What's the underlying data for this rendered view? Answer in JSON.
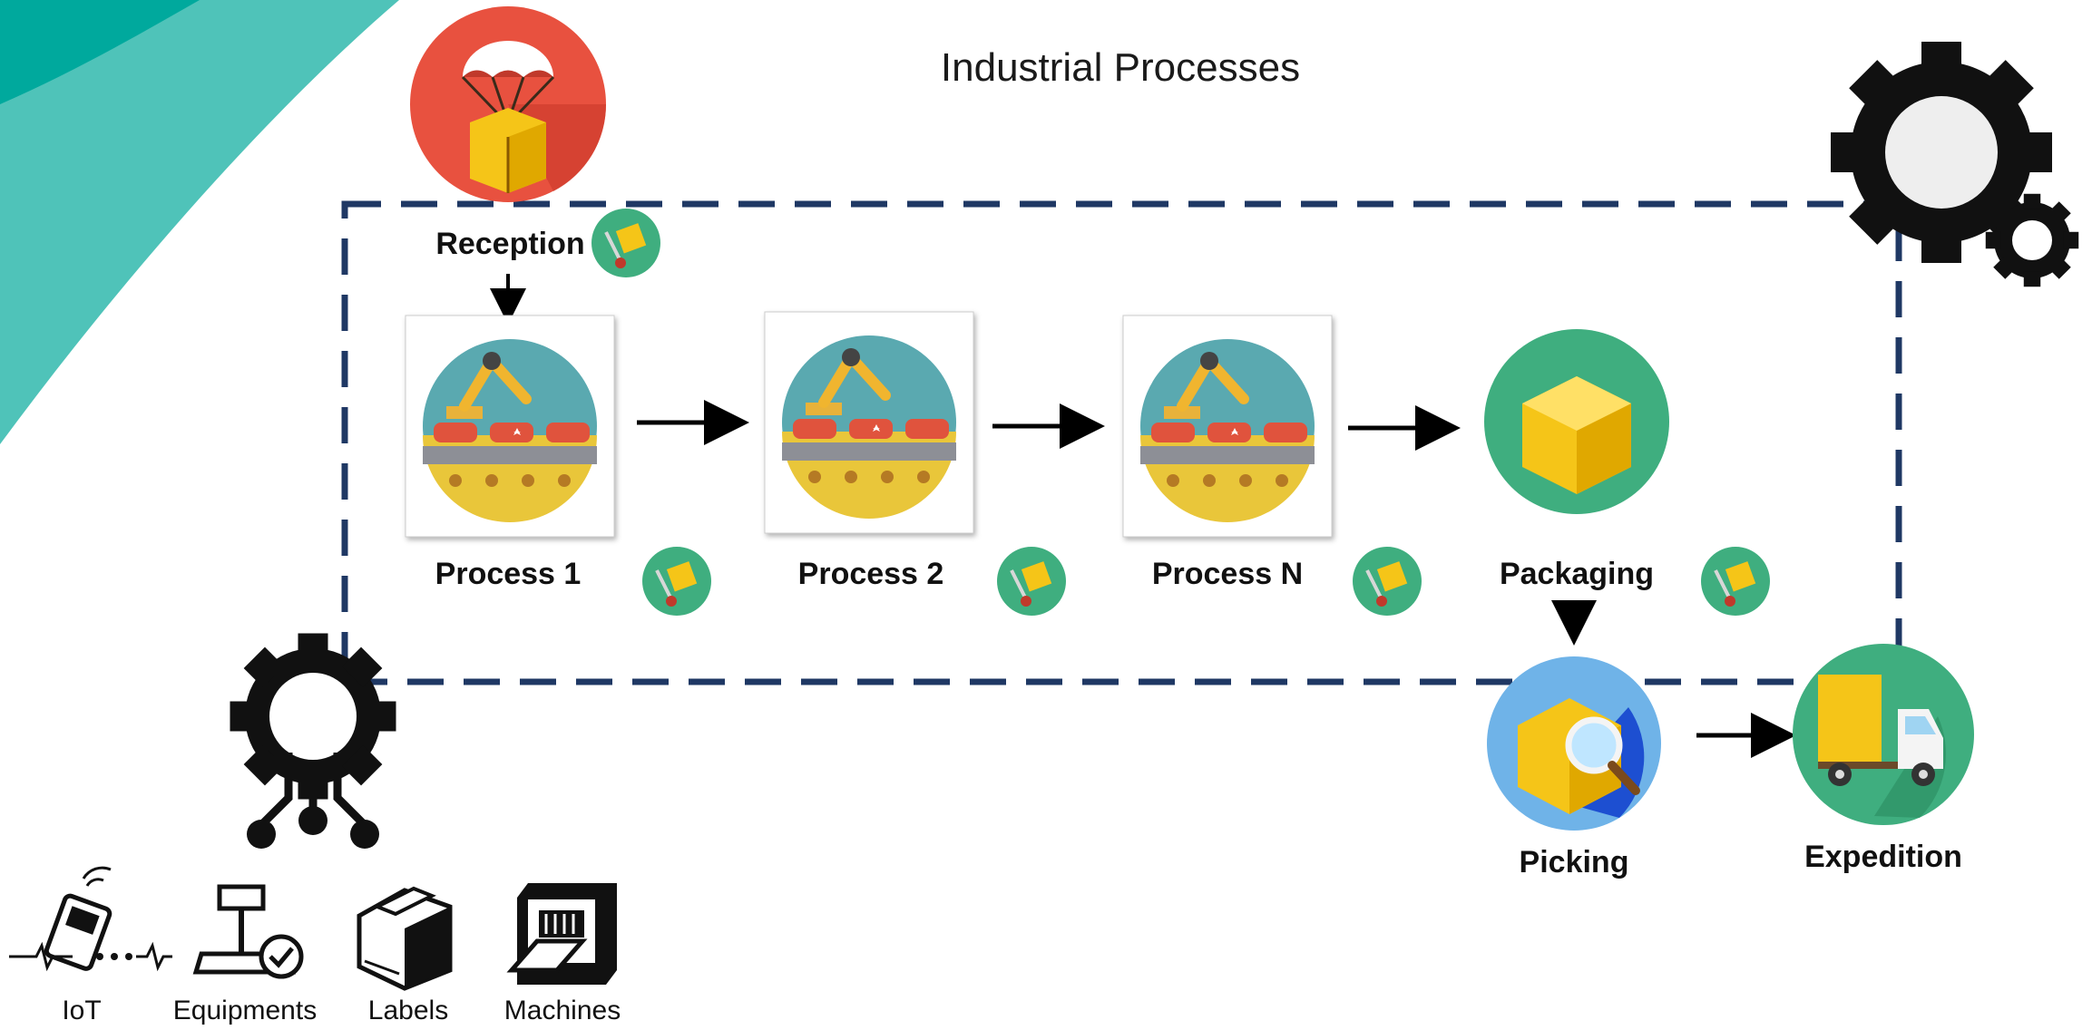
{
  "title": "Industrial Processes",
  "flow": {
    "reception": "Reception",
    "processes": [
      "Process 1",
      "Process 2",
      "Process N"
    ],
    "packaging": "Packaging",
    "picking": "Picking",
    "expedition": "Expedition"
  },
  "devices": [
    "IoT",
    "Equipments",
    "Labels",
    "Machines"
  ],
  "colors": {
    "border_dash": "#1f3864",
    "teal": "#00a99d",
    "teal_light": "#4fc3b9",
    "red_icon": "#e8513f",
    "green_icon": "#3fae7f",
    "box_yellow": "#f5c518",
    "picking_blue": "#3b82d6"
  }
}
